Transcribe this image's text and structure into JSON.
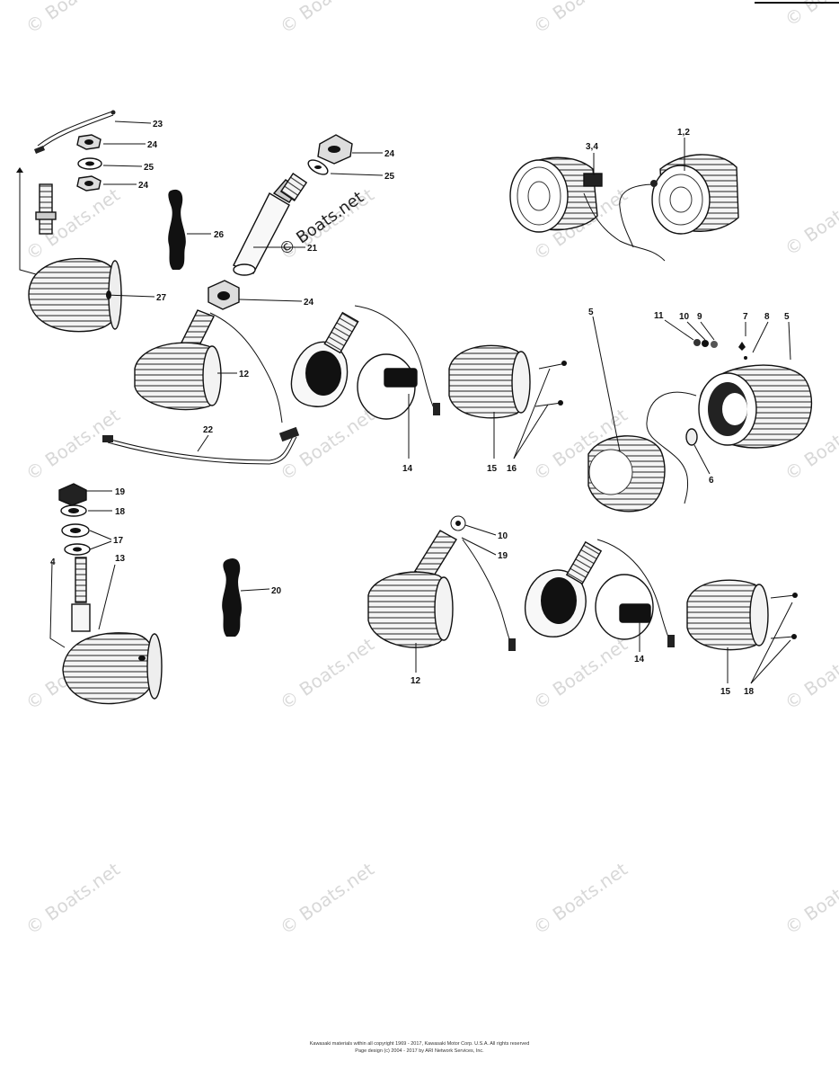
{
  "watermark_text": "© Boats.net",
  "callouts": [
    {
      "id": "c23a",
      "text": "23"
    },
    {
      "id": "c24a",
      "text": "24"
    },
    {
      "id": "c25a",
      "text": "25"
    },
    {
      "id": "c24b",
      "text": "24"
    },
    {
      "id": "c26",
      "text": "26"
    },
    {
      "id": "c27",
      "text": "27"
    },
    {
      "id": "c24c",
      "text": "24"
    },
    {
      "id": "c25b",
      "text": "25"
    },
    {
      "id": "c21",
      "text": "21"
    },
    {
      "id": "c24d",
      "text": "24"
    },
    {
      "id": "c34",
      "text": "3,4"
    },
    {
      "id": "c12a",
      "text": "1,2"
    },
    {
      "id": "c12b",
      "text": "12"
    },
    {
      "id": "c22",
      "text": "22"
    },
    {
      "id": "c14a",
      "text": "14"
    },
    {
      "id": "c15a",
      "text": "15"
    },
    {
      "id": "c16a",
      "text": "16"
    },
    {
      "id": "c5a",
      "text": "5"
    },
    {
      "id": "c11",
      "text": "11"
    },
    {
      "id": "c10a",
      "text": "10"
    },
    {
      "id": "c9",
      "text": "9"
    },
    {
      "id": "c7",
      "text": "7"
    },
    {
      "id": "c8",
      "text": "8"
    },
    {
      "id": "c5b",
      "text": "5"
    },
    {
      "id": "c6",
      "text": "6"
    },
    {
      "id": "c19a",
      "text": "19"
    },
    {
      "id": "c18a",
      "text": "18"
    },
    {
      "id": "c17",
      "text": "17"
    },
    {
      "id": "c13",
      "text": "13"
    },
    {
      "id": "c4",
      "text": "4"
    },
    {
      "id": "c20",
      "text": "20"
    },
    {
      "id": "c10b",
      "text": "10"
    },
    {
      "id": "c19b",
      "text": "19"
    },
    {
      "id": "c12c",
      "text": "12"
    },
    {
      "id": "c14b",
      "text": "14"
    },
    {
      "id": "c15b",
      "text": "15"
    },
    {
      "id": "c18b",
      "text": "18"
    }
  ],
  "copyright_line1": "Kawasaki materials within all copyright 1969 - 2017, Kawasaki Motor Corp. U.S.A.  All rights reserved",
  "copyright_line2": "Page design (c) 2004 - 2017 by ARI Network Services, Inc."
}
